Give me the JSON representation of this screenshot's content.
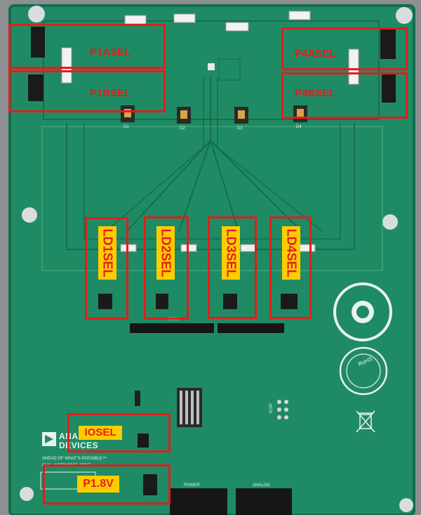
{
  "photo": {
    "colors": {
      "board": "#1f8b64",
      "board_dark": "#156d4d",
      "highlight": "#e21d1d",
      "tag_bg": "#ffcc00"
    },
    "labels": {
      "p1asel": "P1ASEL",
      "p1bsel": "P1BSEL",
      "p4asel": "P4ASEL",
      "p4bsel": "P4BSEL",
      "ld1sel": "LD1SEL",
      "ld2sel": "LD2SEL",
      "ld3sel": "LD3SEL",
      "ld4sel": "LD4SEL",
      "iosel": "IOSEL",
      "p18v": "P1.8V"
    },
    "silkscreen": {
      "brand_line1": "ANALOG",
      "brand_line2": "DEVICES",
      "tagline": "AHEAD OF WHAT'S POSSIBLE™",
      "board_id": "EVAL-ADPD4000Z-ARDZ",
      "d1": "D1",
      "d2": "D2",
      "d3": "D3",
      "d4": "D4",
      "pwm_header": "PWM",
      "power": "POWER",
      "analog": "ANALOG",
      "icsp": "ICSP",
      "rohs": "RoHS"
    }
  }
}
